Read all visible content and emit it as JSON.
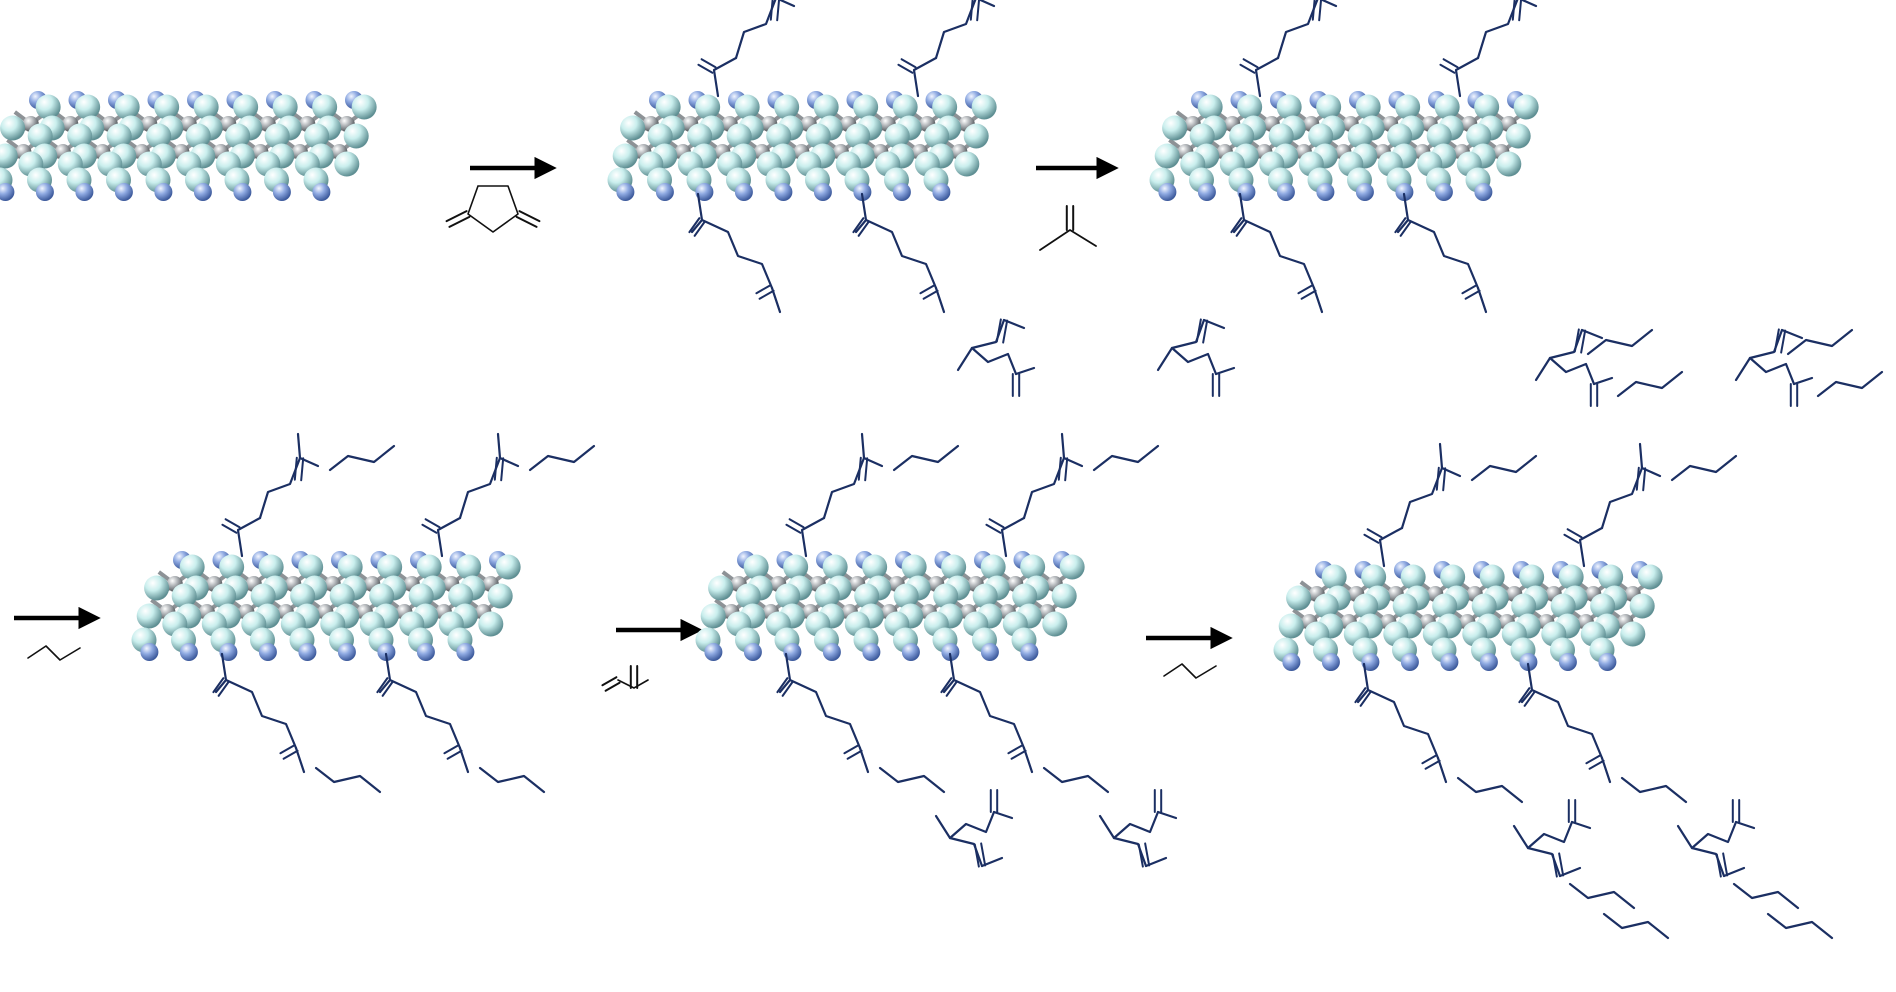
{
  "figure": {
    "background": "#ffffff",
    "colors": {
      "chain": "#1b2f63",
      "reagent": "#111111",
      "arrow": "#000000",
      "amine_atom": "#8ba6dd",
      "surface_atom": "#c7ebea",
      "core_atom": "#9fa4a8"
    },
    "steps": [
      {
        "id": "step-0",
        "kind": "bare-substrate"
      },
      {
        "id": "step-1",
        "kind": "reaction-arrow",
        "reagent": "dimethylene-cyclopentane",
        "reagent_icon": "cyclic-diene-icon"
      },
      {
        "id": "step-2",
        "kind": "grafted-substrate",
        "generation": 1
      },
      {
        "id": "step-3",
        "kind": "reaction-arrow",
        "reagent": "isobutylene",
        "reagent_icon": "branched-alkene-icon"
      },
      {
        "id": "step-4",
        "kind": "grafted-substrate",
        "generation": 1
      },
      {
        "id": "step-5",
        "kind": "reaction-arrow",
        "reagent": "propyl",
        "reagent_icon": "zigzag-chain-icon"
      },
      {
        "id": "step-6",
        "kind": "grafted-substrate",
        "generation": 2
      },
      {
        "id": "step-7",
        "kind": "reaction-arrow",
        "reagent": "isoprene",
        "reagent_icon": "diene-icon"
      },
      {
        "id": "step-8",
        "kind": "grafted-substrate",
        "generation": 3
      },
      {
        "id": "step-9",
        "kind": "reaction-arrow",
        "reagent": "propyl",
        "reagent_icon": "zigzag-chain-icon"
      },
      {
        "id": "step-10",
        "kind": "grafted-substrate",
        "generation": 4
      }
    ]
  }
}
